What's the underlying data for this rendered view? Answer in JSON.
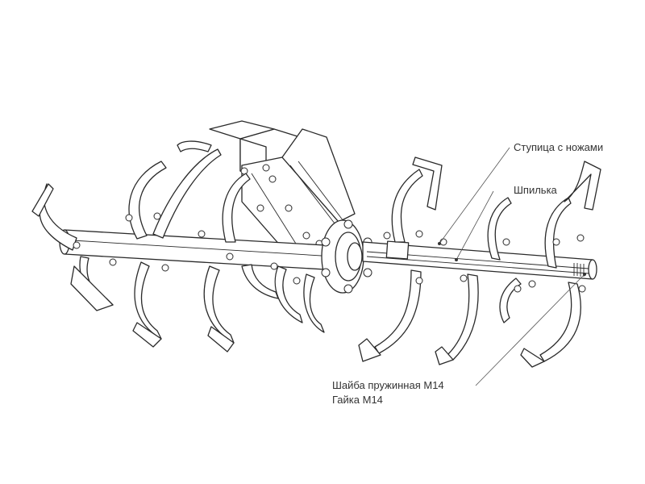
{
  "labels": {
    "hub": "Ступица с ножами",
    "stud": "Шпилька",
    "washer": "Шайба пружинная М14",
    "nut": "Гайка М14"
  }
}
